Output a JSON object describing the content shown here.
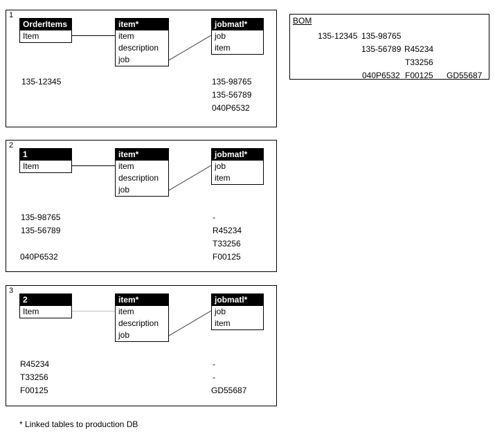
{
  "colors": {
    "table_header_bg": "#000000",
    "table_header_text": "#ffffff",
    "border": "#000000",
    "connector": "#000000",
    "connector_light": "#bfbfbf"
  },
  "footnote": "* Linked tables to production DB",
  "panels": [
    {
      "label": "1",
      "source": {
        "header": "OrderItems",
        "rows": [
          "Item"
        ]
      },
      "item_table": {
        "header": "item*",
        "rows": [
          "item",
          "description",
          "job"
        ]
      },
      "jobmatl_table": {
        "header": "jobmatl*",
        "rows": [
          "job",
          "item"
        ]
      },
      "left_list": [
        "135-12345"
      ],
      "right_list": [
        "135-98765",
        "135-56789",
        "040P6532"
      ]
    },
    {
      "label": "2",
      "source": {
        "header": "1",
        "rows": [
          "Item"
        ]
      },
      "item_table": {
        "header": "item*",
        "rows": [
          "item",
          "description",
          "job"
        ]
      },
      "jobmatl_table": {
        "header": "jobmatl*",
        "rows": [
          "job",
          "item"
        ]
      },
      "left_list": [
        "135-98765",
        "135-56789",
        "",
        "040P6532"
      ],
      "right_list": [
        "-",
        "R45234",
        "T33256",
        "F00125"
      ]
    },
    {
      "label": "3",
      "source": {
        "header": "2",
        "rows": [
          "Item"
        ]
      },
      "item_table": {
        "header": "item*",
        "rows": [
          "item",
          "description",
          "job"
        ]
      },
      "jobmatl_table": {
        "header": "jobmatl*",
        "rows": [
          "job",
          "item"
        ]
      },
      "left_list": [
        "R45234",
        "T33256",
        "F00125"
      ],
      "right_list": [
        "-",
        "-",
        "GD55687"
      ]
    }
  ],
  "bom": {
    "title": "BOM",
    "rows": [
      [
        "135-12345",
        "135-98765",
        "",
        ""
      ],
      [
        "",
        "135-56789",
        "R45234",
        ""
      ],
      [
        "",
        "",
        "T33256",
        ""
      ],
      [
        "",
        "040P6532",
        "F00125",
        "GD55687"
      ]
    ]
  }
}
